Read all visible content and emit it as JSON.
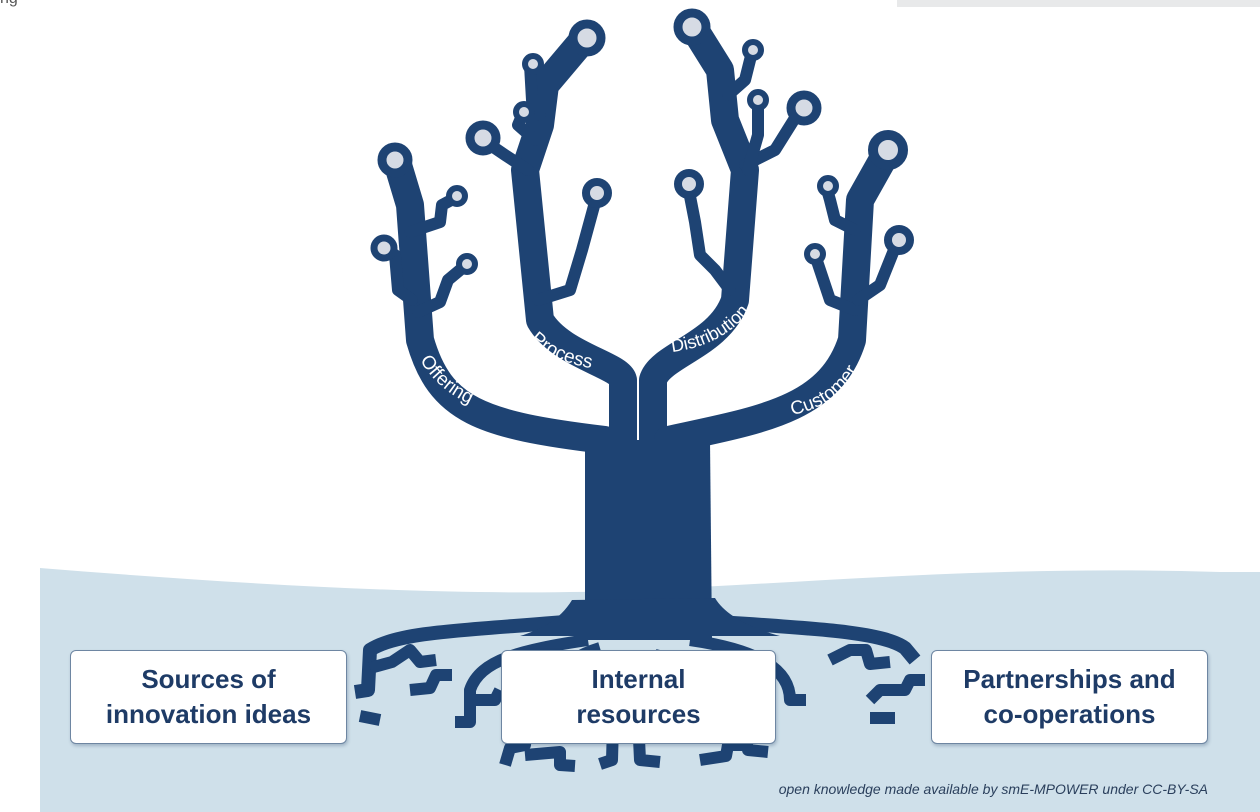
{
  "header": {
    "fragment_text": "ng"
  },
  "branches": [
    {
      "key": "offering",
      "label": "Offering"
    },
    {
      "key": "process",
      "label": "Process"
    },
    {
      "key": "distribution",
      "label": "Distribution"
    },
    {
      "key": "customer",
      "label": "Customer"
    }
  ],
  "roots": [
    {
      "key": "sources",
      "label": "Sources of\ninnovation ideas"
    },
    {
      "key": "internal",
      "label": "Internal\nresources"
    },
    {
      "key": "partnerships",
      "label": "Partnerships and\nco-operations"
    }
  ],
  "footer": {
    "attribution": "open knowledge made available by smE-MPOWER under CC-BY-SA"
  },
  "colors": {
    "tree": "#1e4373",
    "ground": "#cfe0ea",
    "node_fill": "#d6dbe4",
    "box_text": "#1e3b66"
  }
}
